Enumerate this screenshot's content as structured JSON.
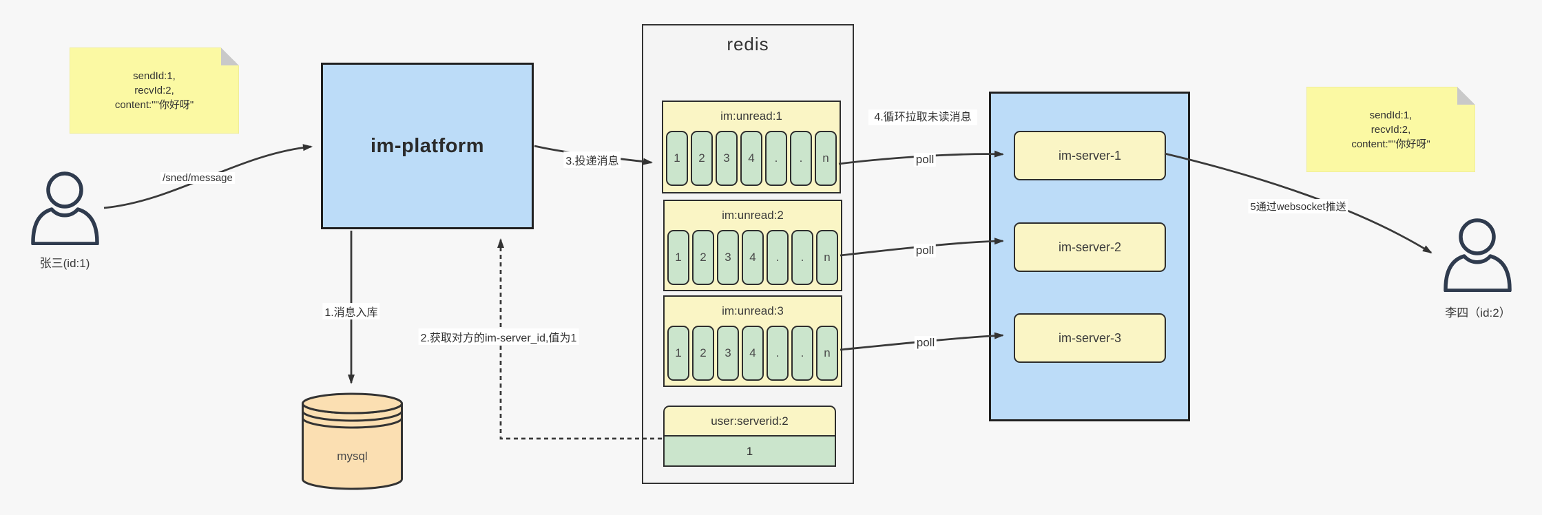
{
  "notes": {
    "left": {
      "line1": "sendId:1,",
      "line2": "recvId:2,",
      "line3": "content:\"\"你好呀\""
    },
    "right": {
      "line1": "sendId:1,",
      "line2": "recvId:2,",
      "line3": "content:\"\"你好呀\""
    }
  },
  "actors": {
    "sender": {
      "label": "张三(id:1)"
    },
    "receiver": {
      "label": "李四（id:2）"
    }
  },
  "platform": {
    "label": "im-platform"
  },
  "database": {
    "label": "mysql"
  },
  "redis": {
    "title": "redis",
    "queues": [
      {
        "name": "im:unread:1",
        "cells": [
          "1",
          "2",
          "3",
          "4",
          ".",
          ".",
          "n"
        ]
      },
      {
        "name": "im:unread:2",
        "cells": [
          "1",
          "2",
          "3",
          "4",
          ".",
          ".",
          "n"
        ]
      },
      {
        "name": "im:unread:3",
        "cells": [
          "1",
          "2",
          "3",
          "4",
          ".",
          ".",
          "n"
        ]
      }
    ],
    "kv": {
      "name": "user:serverid:2",
      "value": "1"
    }
  },
  "servers": {
    "items": [
      {
        "label": "im-server-1"
      },
      {
        "label": "im-server-2"
      },
      {
        "label": "im-server-3"
      }
    ]
  },
  "edges": {
    "send_label": "/sned/message",
    "step1": "1.消息入库",
    "step2": "2.获取对方的im-server_id,值为1",
    "step3": "3.投递消息",
    "step4": "4.循环拉取未读消息",
    "poll1": "poll",
    "poll2": "poll",
    "poll3": "poll",
    "step5": "5通过websocket推送"
  },
  "colors": {
    "canvas_bg": "#f7f7f7",
    "accent_blue": "#bcdcf8",
    "note_yellow": "#fbf9a3",
    "header_yellow": "#faf5c5",
    "cell_green": "#cbe5cc",
    "db_orange": "#fbdfb2",
    "line_dark": "#3a3a3a"
  }
}
